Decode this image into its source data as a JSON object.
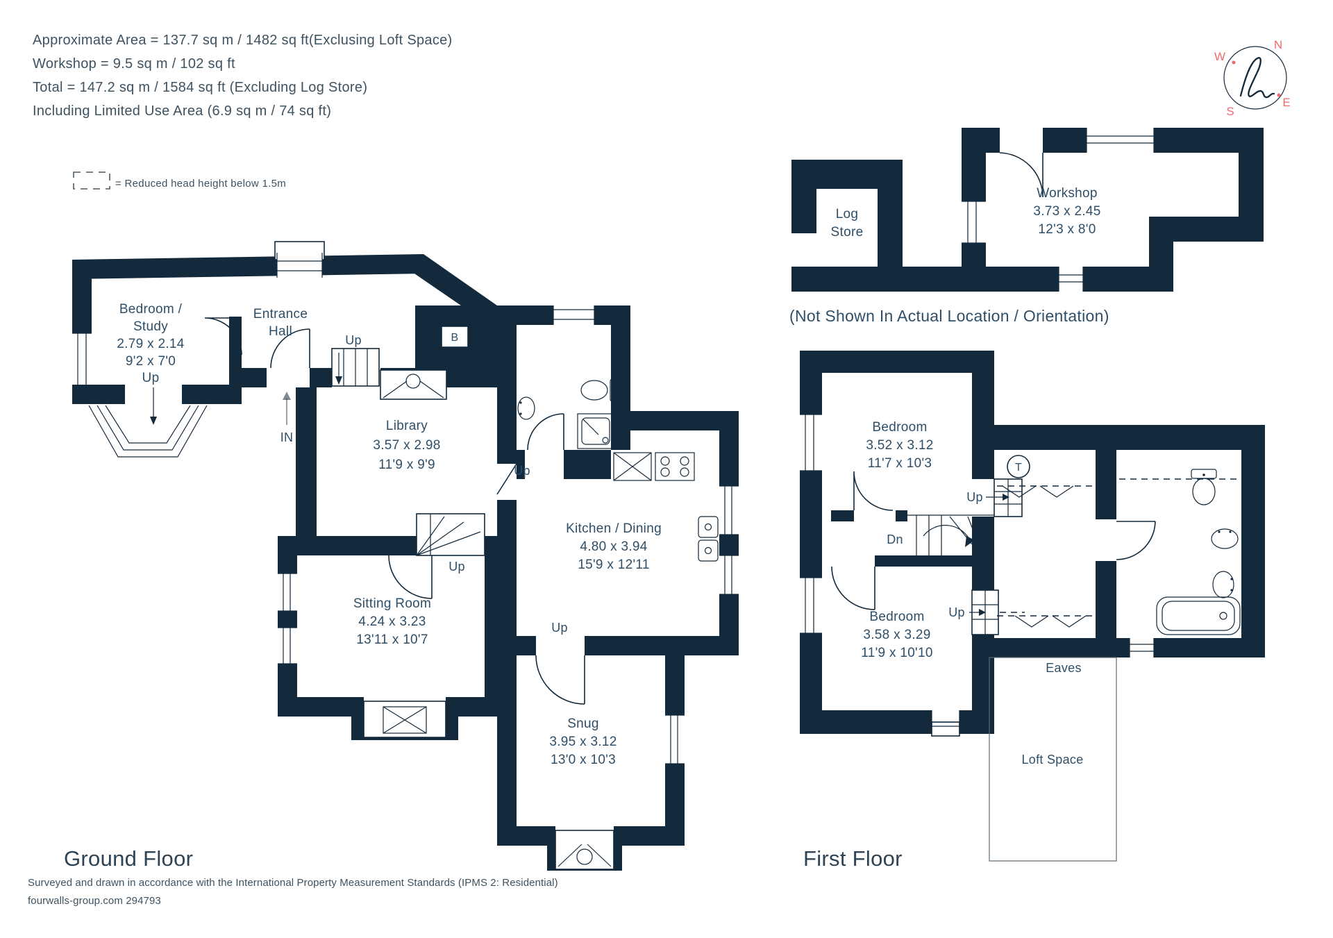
{
  "summary": {
    "line1": "Approximate Area = 137.7 sq m / 1482 sq ft(Exclusing Loft Space)",
    "line2": "Workshop = 9.5 sq m / 102 sq ft",
    "line3": "Total = 147.2 sq m / 1584 sq ft (Excluding Log Store)",
    "line4": "Including Limited Use Area (6.9 sq m / 74 sq ft)"
  },
  "legend": {
    "reduced_head_height": "= Reduced head height below 1.5m"
  },
  "compass": {
    "north": "N",
    "east": "E",
    "south": "S",
    "west": "W"
  },
  "colors": {
    "wall": "#13293C",
    "label_text": "#2F4E68",
    "body_text": "#3E5260",
    "compass_accent": "#F2696C",
    "background": "#FFFFFF"
  },
  "ground_floor": {
    "title": "Ground Floor",
    "rooms": {
      "bedroom_study": {
        "name": "Bedroom /",
        "name_line2": "Study",
        "metric": "2.79 x 2.14",
        "imperial": "9'2 x 7'0",
        "stair": "Up"
      },
      "entrance_hall": {
        "name": "Entrance",
        "name_line2": "Hall"
      },
      "library": {
        "name": "Library",
        "metric": "3.57 x 2.98",
        "imperial": "11'9 x 9'9"
      },
      "kitchen_dining": {
        "name": "Kitchen / Dining",
        "metric": "4.80 x 3.94",
        "imperial": "15'9 x 12'11"
      },
      "sitting_room": {
        "name": "Sitting Room",
        "metric": "4.24 x 3.23",
        "imperial": "13'11 x 10'7"
      },
      "snug": {
        "name": "Snug",
        "metric": "3.95 x 3.12",
        "imperial": "13'0 x 10'3"
      }
    },
    "annotations": {
      "entrance": "IN",
      "boiler": "B",
      "stairs_up": "Up"
    }
  },
  "first_floor": {
    "title": "First Floor",
    "outbuilding_note": "(Not Shown In Actual Location / Orientation)",
    "rooms": {
      "log_store": {
        "name": "Log",
        "name_line2": "Store"
      },
      "workshop": {
        "name": "Workshop",
        "metric": "3.73 x 2.45",
        "imperial": "12'3 x 8'0"
      },
      "bedroom_front": {
        "name": "Bedroom",
        "metric": "3.52 x 3.12",
        "imperial": "11'7 x 10'3"
      },
      "bedroom_back": {
        "name": "Bedroom",
        "metric": "3.58 x 3.29",
        "imperial": "11'9 x 10'10"
      }
    },
    "annotations": {
      "stairs_up": "Up",
      "stairs_down": "Dn",
      "tank": "T",
      "eaves": "Eaves",
      "loft": "Loft Space"
    }
  },
  "footer": {
    "line1": "Surveyed and drawn in accordance with the International Property Measurement Standards (IPMS 2: Residential)",
    "line2": "fourwalls-group.com 294793"
  }
}
